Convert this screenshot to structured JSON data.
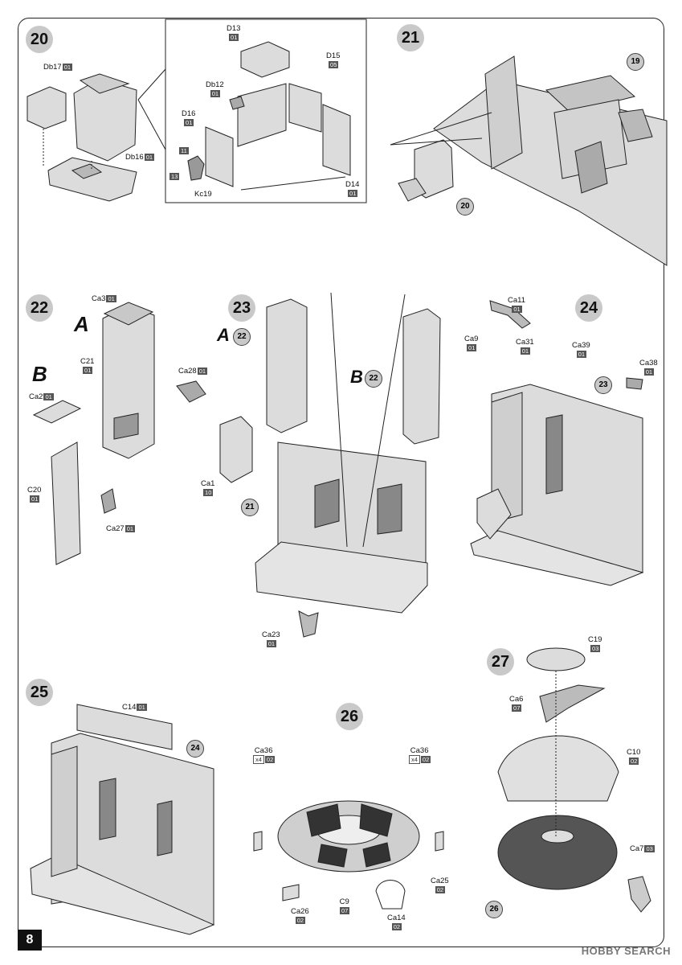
{
  "page_number": "8",
  "watermark": "HOBBY SEARCH",
  "steps": {
    "s20": "20",
    "s21": "21",
    "s22": "22",
    "s23": "23",
    "s24": "24",
    "s25": "25",
    "s26": "26",
    "s27": "27"
  },
  "refs": {
    "r19": "19",
    "r20": "20",
    "r22a": "22",
    "r22b": "22",
    "r21": "21",
    "r23": "23",
    "r24": "24",
    "r26": "26"
  },
  "letters": {
    "A1": "A",
    "B1": "B",
    "A2": "A",
    "B2": "B"
  },
  "parts": {
    "Db17": {
      "name": "Db17",
      "sprue": "01"
    },
    "Db16": {
      "name": "Db16",
      "sprue": "01"
    },
    "D13": {
      "name": "D13",
      "sprue": "01"
    },
    "D15": {
      "name": "D15",
      "sprue": "05"
    },
    "Db12": {
      "name": "Db12",
      "sprue": "01"
    },
    "D16": {
      "name": "D16",
      "sprue": "01"
    },
    "p11": {
      "name": "",
      "sprue": "11"
    },
    "p13": {
      "name": "",
      "sprue": "13"
    },
    "Kc19": {
      "name": "Kc19",
      "sprue": ""
    },
    "D14": {
      "name": "D14",
      "sprue": "01"
    },
    "Ca3": {
      "name": "Ca3",
      "sprue": "01"
    },
    "C21": {
      "name": "C21",
      "sprue": "01"
    },
    "Ca28": {
      "name": "Ca28",
      "sprue": "01"
    },
    "Ca2": {
      "name": "Ca2",
      "sprue": "01"
    },
    "C20": {
      "name": "C20",
      "sprue": "01"
    },
    "Ca27": {
      "name": "Ca27",
      "sprue": "01"
    },
    "Ca1": {
      "name": "Ca1",
      "sprue": "10"
    },
    "Ca23": {
      "name": "Ca23",
      "sprue": "01"
    },
    "Ca11": {
      "name": "Ca11",
      "sprue": "01"
    },
    "Ca9": {
      "name": "Ca9",
      "sprue": "01"
    },
    "Ca31": {
      "name": "Ca31",
      "sprue": "01"
    },
    "Ca39": {
      "name": "Ca39",
      "sprue": "01"
    },
    "Ca38": {
      "name": "Ca38",
      "sprue": "01"
    },
    "C14": {
      "name": "C14",
      "sprue": "01"
    },
    "Ca36a": {
      "name": "Ca36",
      "qty": "x4",
      "sprue": "02"
    },
    "Ca36b": {
      "name": "Ca36",
      "qty": "x4",
      "sprue": "02"
    },
    "Ca25": {
      "name": "Ca25",
      "sprue": "02"
    },
    "Ca26": {
      "name": "Ca26",
      "sprue": "02"
    },
    "C9": {
      "name": "C9",
      "sprue": "07"
    },
    "Ca14": {
      "name": "Ca14",
      "sprue": "02"
    },
    "C19": {
      "name": "C19",
      "sprue": "03"
    },
    "Ca6": {
      "name": "Ca6",
      "sprue": "07"
    },
    "C10": {
      "name": "C10",
      "sprue": "02"
    },
    "Ca7": {
      "name": "Ca7",
      "sprue": "03"
    }
  }
}
